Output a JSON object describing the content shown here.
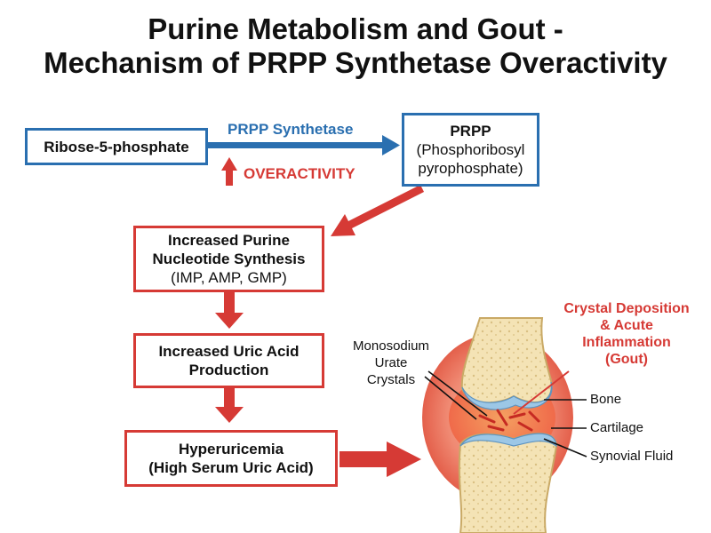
{
  "title": {
    "line1": "Purine Metabolism and Gout -",
    "line2": "Mechanism of PRPP Synthetase Overactivity"
  },
  "flow": {
    "ribose": "Ribose-5-phosphate",
    "enzyme": "PRPP Synthetase",
    "overactivity": "OVERACTIVITY",
    "prpp_title": "PRPP",
    "prpp_line1": "(Phosphoribosyl",
    "prpp_line2": "pyrophosphate)",
    "synthesis_line1": "Increased Purine",
    "synthesis_line2": "Nucleotide Synthesis",
    "synthesis_line3": "(IMP, AMP, GMP)",
    "uric_line1": "Increased Uric Acid",
    "uric_line2": "Production",
    "hyper_line1": "Hyperuricemia",
    "hyper_line2": "(High Serum Uric Acid)"
  },
  "joint": {
    "crystal_line1": "Monosodium",
    "crystal_line2": "Urate",
    "crystal_line3": "Crystals",
    "deposition_line1": "Crystal Deposition",
    "deposition_line2": "& Acute",
    "deposition_line3": "Inflammation",
    "deposition_line4": "(Gout)",
    "bone": "Bone",
    "cartilage": "Cartilage",
    "synovial": "Synovial Fluid"
  },
  "colors": {
    "blue": "#2a6fb0",
    "red": "#d63a35",
    "bone": "#f4e3b5",
    "inflammation": "#f08a73"
  }
}
